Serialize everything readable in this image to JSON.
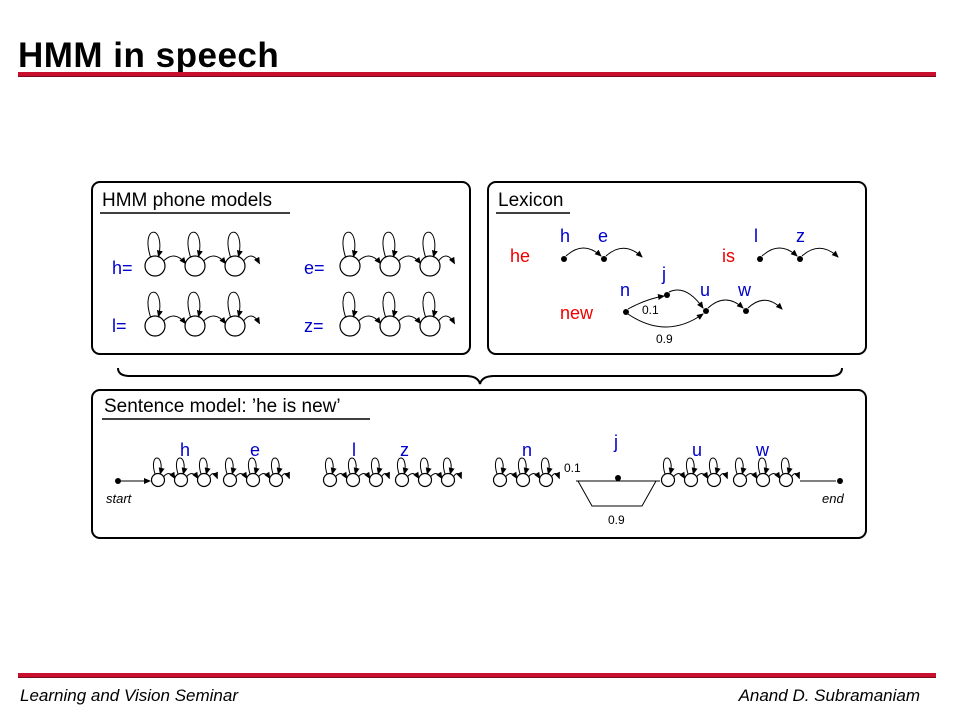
{
  "slide": {
    "title": "HMM in speech",
    "footer_left": "Learning and Vision Seminar",
    "footer_right": "Anand D. Subramaniam"
  },
  "panels": {
    "phone_models": {
      "title": "HMM phone models",
      "labels": [
        "h=",
        "e=",
        "l=",
        "z="
      ]
    },
    "lexicon": {
      "title": "Lexicon",
      "words": [
        "he",
        "is",
        "new"
      ],
      "phones_he": [
        "h",
        "e"
      ],
      "phones_is": [
        "l",
        "z"
      ],
      "phones_new": [
        "n",
        "j",
        "u",
        "w"
      ],
      "prob_skip": "0.1",
      "prob_path": "0.9"
    },
    "sentence": {
      "title": "Sentence model: ’he is new’",
      "phones": [
        "h",
        "e",
        "l",
        "z",
        "n",
        "j",
        "u",
        "w"
      ],
      "start_label": "start",
      "end_label": "end",
      "prob_skip": "0.1",
      "prob_path": "0.9"
    }
  },
  "colors": {
    "accent_rule": "#c8102e",
    "phone_label": "#0000cc",
    "word_label": "#ee0000",
    "stroke": "#000000"
  }
}
